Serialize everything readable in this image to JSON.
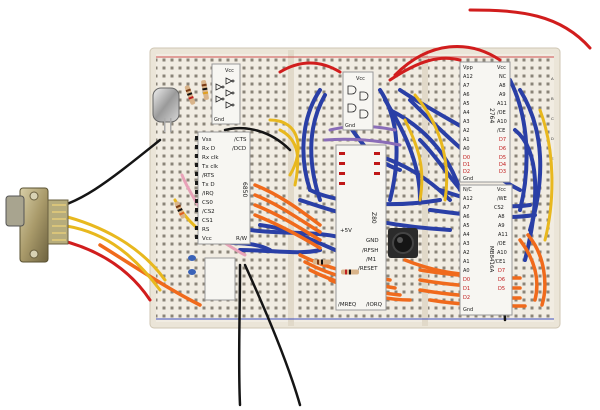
{
  "chips": {
    "acia": {
      "part": "6850",
      "pins_left": [
        "Vss",
        "Rx D",
        "Rx clk",
        "Tx clk",
        "/RTS",
        "Tx D",
        "/IRQ",
        "CS0",
        "/CS2",
        "CS1",
        "RS",
        "Vcc"
      ],
      "pins_right": [
        "/CTS",
        "/DCD",
        "R/W"
      ]
    },
    "cpu": {
      "part": "Z80",
      "pins_left": [
        "+5V"
      ],
      "pins_right": [
        "GND",
        "/RFSH",
        "/M1",
        "/RESET"
      ],
      "pins_bottom": [
        "/MREQ",
        "/IORQ"
      ]
    },
    "rom": {
      "part": "2764",
      "pins_left": [
        "Vpp",
        "A12",
        "A7",
        "A6",
        "A5",
        "A4",
        "A3",
        "A2",
        "A1",
        "A0"
      ],
      "pins_right": [
        "Vcc",
        "NC",
        "A8",
        "A9",
        "A11",
        "/OE",
        "A10",
        "/CE",
        "D7",
        "D6",
        "D5",
        "D4",
        "D3"
      ],
      "label_d0": "D0",
      "label_d1": "D1",
      "label_d2": "D2",
      "label_gnd": "Gnd"
    },
    "ram": {
      "part": "MB8416A",
      "pins_left": [
        "N/C",
        "A12",
        "A7",
        "A6",
        "A5",
        "A4",
        "A3",
        "A2",
        "A1",
        "A0"
      ],
      "pins_right": [
        "Vcc",
        "/WE",
        "CS2",
        "A8",
        "A9",
        "A11",
        "/OE",
        "A10",
        "/CE1",
        "D7",
        "D6",
        "D5"
      ],
      "label_d": [
        "D0",
        "D1",
        "D2"
      ],
      "label_gnd": "Gnd"
    },
    "inv1": {
      "top": "Vcc",
      "bottom": "Gnd"
    },
    "inv2": {
      "top": "Vcc",
      "bottom": "Gnd"
    }
  },
  "colors": {
    "board": "#f1ece2",
    "hole": "#8a8478",
    "wire_blue": "#2a3fa6",
    "wire_orange": "#f06a1c",
    "wire_yellow": "#e8b81e",
    "wire_red": "#d11d1d",
    "wire_black": "#151515",
    "wire_pink": "#e8a2b8",
    "wire_purple": "#8a6db8",
    "chip_white": "#f7f6f2"
  }
}
